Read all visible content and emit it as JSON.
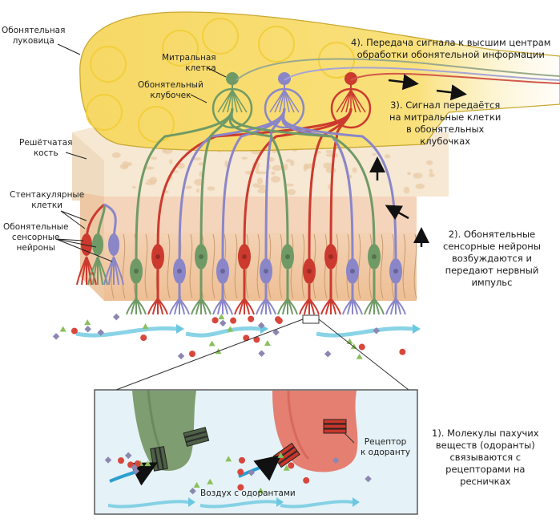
{
  "diagram": {
    "title": "Olfactory signal transduction",
    "labels": {
      "olfactory_bulb": [
        "Обонятельная",
        "луковица"
      ],
      "mitral_cell": [
        "Митральная",
        "клетка"
      ],
      "glomerulus": [
        "Обонятельный",
        "клубочек"
      ],
      "cribriform_plate": [
        "Решётчатая",
        "кость"
      ],
      "sustentacular_cells": [
        "Стентакулярные",
        "клетки"
      ],
      "sensory_neurons": [
        "Обонятельные",
        "сенсорные",
        "нейроны"
      ],
      "odorant_receptor": [
        "Рецептор",
        "к одоранту"
      ],
      "air_with_odorants": "Воздух с одорантами"
    },
    "steps": [
      {
        "id": 1,
        "lines": [
          "1). Молекулы пахучих",
          "веществ  (одоранты)",
          "связываются с",
          "рецепторами  на",
          "ресничках"
        ]
      },
      {
        "id": 2,
        "lines": [
          "2). Обонятельные",
          "сенсорные нейроны",
          "возбуждаются и",
          "передают нервный",
          "импульс"
        ]
      },
      {
        "id": 3,
        "lines": [
          "3). Сигнал передаётся",
          "на митральные клетки",
          "в обонятельных",
          "клубочках"
        ]
      },
      {
        "id": 4,
        "lines": [
          "4). Передача сигнала к высшим центрам",
          "обработки обонятельной информации"
        ]
      }
    ],
    "colors": {
      "bulb_fill": "#f8dc6a",
      "bulb_stroke": "#c9a832",
      "bone": "#f5e6cf",
      "epithelium": "#efc39a",
      "neuron_red": "#cc3a2f",
      "neuron_green": "#6f9a66",
      "neuron_purple": "#8a86c8",
      "air_arrow": "#6cc8e0",
      "inset_bg": "#e6f3f8",
      "odorant_red": "#d8463c",
      "odorant_green": "#8bbf5c",
      "odorant_purple": "#8c87b0"
    }
  }
}
